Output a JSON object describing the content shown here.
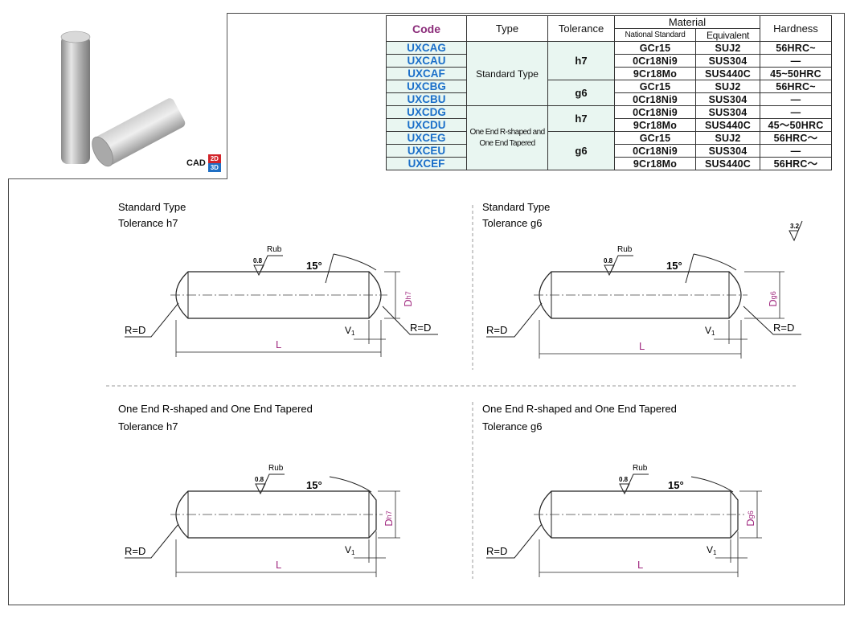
{
  "photo": {
    "description_icon": "dowel-pin-photo",
    "cad_badge": {
      "cad": "CAD",
      "two_d": "2D",
      "three_d": "3D"
    }
  },
  "table": {
    "headers": {
      "code": "Code",
      "type": "Type",
      "tolerance": "Tolerance",
      "material": "Material",
      "national_standard": "National Standard",
      "equivalent": "Equivalent",
      "hardness": "Hardness"
    },
    "rows": [
      {
        "code": "UXCAG",
        "national": "GCr15",
        "equivalent": "SUJ2",
        "hardness": "56HRC~"
      },
      {
        "code": "UXCAU",
        "national": "0Cr18Ni9",
        "equivalent": "SUS304",
        "hardness": "—"
      },
      {
        "code": "UXCAF",
        "national": "9Cr18Mo",
        "equivalent": "SUS440C",
        "hardness": "45~50HRC"
      },
      {
        "code": "UXCBG",
        "national": "GCr15",
        "equivalent": "SUJ2",
        "hardness": "56HRC~"
      },
      {
        "code": "UXCBU",
        "national": "0Cr18Ni9",
        "equivalent": "SUS304",
        "hardness": "—"
      },
      {
        "code": "UXCDG",
        "national": "0Cr18Ni9",
        "equivalent": "SUS304",
        "hardness": "—"
      },
      {
        "code": "UXCDU",
        "national": "9Cr18Mo",
        "equivalent": "SUS440C",
        "hardness": "45～50HRC"
      },
      {
        "code": "UXCEG",
        "national": "GCr15",
        "equivalent": "SUJ2",
        "hardness": "56HRC～"
      },
      {
        "code": "UXCEU",
        "national": "0Cr18Ni9",
        "equivalent": "SUS304",
        "hardness": "—"
      },
      {
        "code": "UXCEF",
        "national": "9Cr18Mo",
        "equivalent": "SUS440C",
        "hardness": "56HRC～"
      }
    ],
    "type_standard": "Standard Type",
    "type_r_tapered_line1": "One End R-shaped and",
    "type_r_tapered_line2": "One End Tapered",
    "tol_h7": "h7",
    "tol_g6": "g6"
  },
  "drawings": {
    "d1": {
      "title": "Standard Type",
      "subtitle": "Tolerance h7",
      "dia": "D",
      "dia_sub": "h7"
    },
    "d2": {
      "title": "Standard Type",
      "subtitle": "Tolerance g6",
      "dia": "D",
      "dia_sub": "g6"
    },
    "d3": {
      "title": "One End R-shaped and One End Tapered",
      "subtitle": "Tolerance h7",
      "dia": "D",
      "dia_sub": "h7"
    },
    "d4": {
      "title": "One End R-shaped and One End Tapered",
      "subtitle": "Tolerance g6",
      "dia": "D",
      "dia_sub": "g6"
    },
    "labels": {
      "rub": "Rub",
      "rough_08": "0.8",
      "angle": "15°",
      "radius": "R=D",
      "length": "L",
      "v": "V",
      "v_sub": "1",
      "rough_32": "3.2"
    }
  },
  "colors": {
    "code_header": "#8b2c7a",
    "code_text": "#1b6fc9",
    "row_fill": "#e9f6f1",
    "dim_label": "#a0287f",
    "line": "#222222"
  }
}
